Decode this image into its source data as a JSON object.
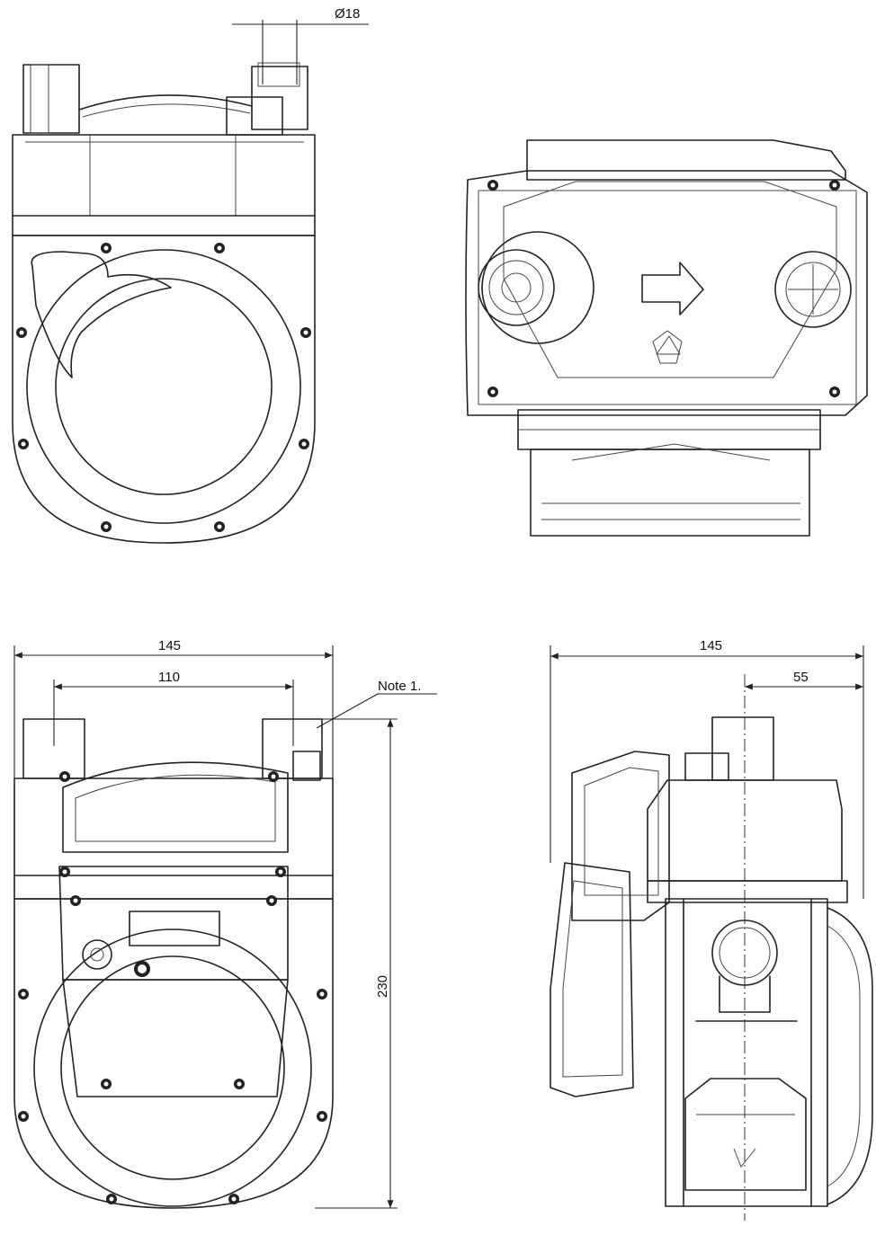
{
  "drawing": {
    "dimension_labels": {
      "inlet_diameter": "Ø18",
      "front_width_overall": "145",
      "front_port_spacing": "110",
      "note": "Note 1.",
      "height": "230",
      "side_width_overall": "145",
      "side_offset": "55"
    }
  }
}
